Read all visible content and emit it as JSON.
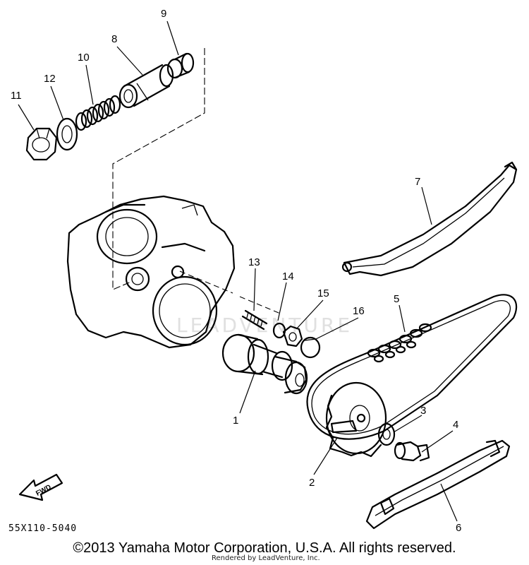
{
  "diagram": {
    "drawing_number": "55X110-5040",
    "fwd_label": "FWD",
    "watermark": "LEADVENTURE",
    "callouts": [
      "1",
      "2",
      "3",
      "4",
      "5",
      "6",
      "7",
      "8",
      "9",
      "10",
      "11",
      "12",
      "13",
      "14",
      "15",
      "16"
    ]
  },
  "footer": {
    "copyright": "©2013 Yamaha Motor Corporation, U.S.A. All rights reserved.",
    "rendered_by": "Rendered by LeadVenture, Inc."
  }
}
